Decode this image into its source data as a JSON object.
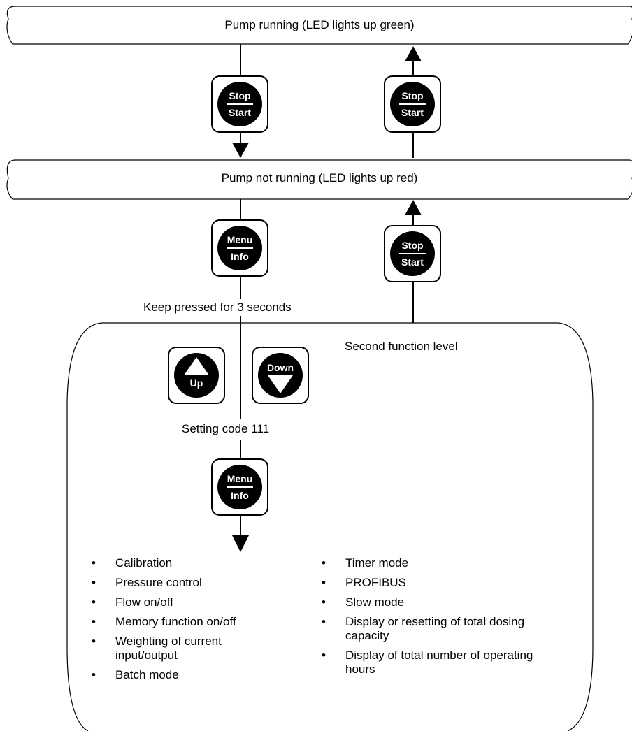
{
  "states": {
    "running": "Pump running (LED lights up green)",
    "not_running": "Pump not running (LED lights up red)"
  },
  "keys": {
    "stop": "Stop",
    "start": "Start",
    "menu": "Menu",
    "info": "Info",
    "up": "Up",
    "down": "Down"
  },
  "labels": {
    "keep_pressed": "Keep pressed for 3 seconds",
    "second_level": "Second function level",
    "setting_code": "Setting code 111"
  },
  "bullet": "•",
  "functions_left": [
    "Calibration",
    "Pressure control",
    "Flow on/off",
    "Memory function on/off",
    "Weighting of current input/output",
    "Batch mode"
  ],
  "functions_right": [
    "Timer mode",
    "PROFIBUS",
    "Slow mode",
    "Display or resetting of total dosing capacity",
    "Display of total number of operating hours"
  ]
}
